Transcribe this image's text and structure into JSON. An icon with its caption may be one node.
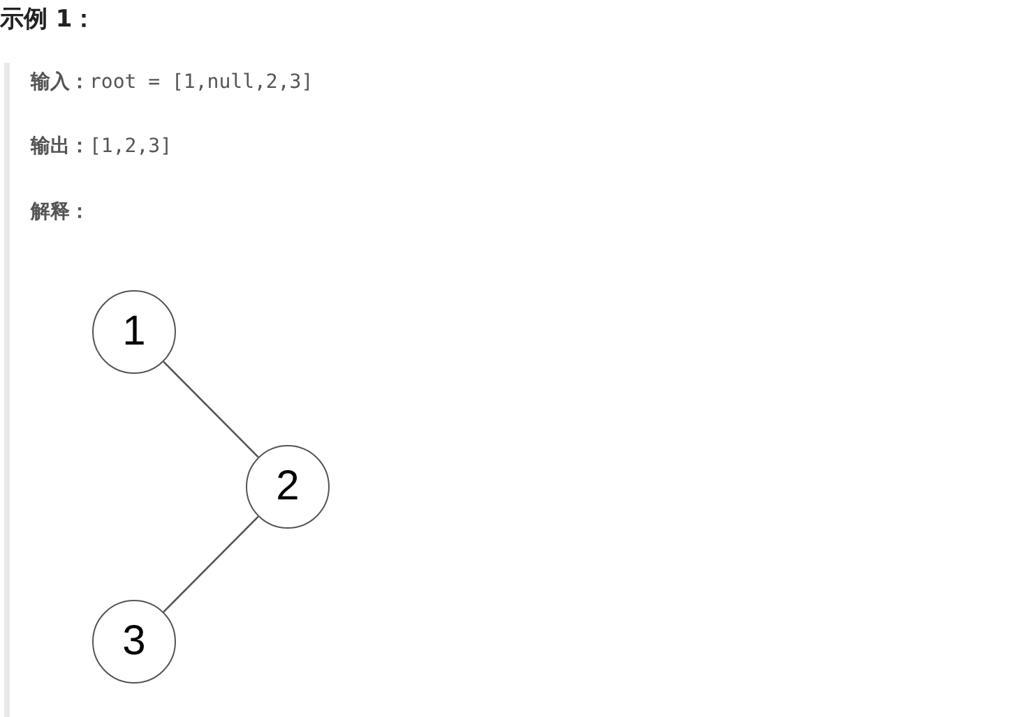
{
  "diagram": {
    "title": "示例 1：",
    "nodes": [
      {
        "text": [
          "1"
        ]
      },
      {
        "text": [
          "2"
        ]
      },
      {
        "text": [
          "3"
        ]
      }
    ],
    "edges": [
      {
        "from": 0,
        "to": 1,
        "arrow": "none"
      },
      {
        "from": 1,
        "to": 2,
        "arrow": "none"
      }
    ],
    "labels": [
      "**输入：**root = [1,null,2,3]",
      "**输出：**[1,2,3]",
      "解释："
    ]
  }
}
